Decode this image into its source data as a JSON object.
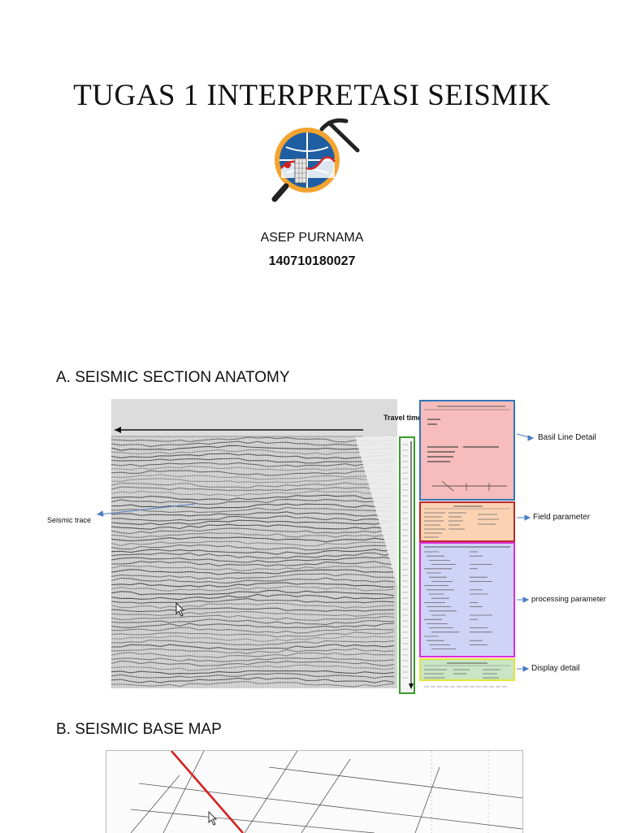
{
  "title": "TUGAS 1 INTERPRETASI SEISMIK",
  "author": {
    "name": "ASEP PURNAMA",
    "student_id": "140710180027"
  },
  "section_a": {
    "heading": "A. SEISMIC SECTION ANATOMY",
    "annotations": {
      "travel_time": "Travel time",
      "seismic_trace": "Seismic trace",
      "basic_line_detail": "Basil Line Detail",
      "field_parameter": "Field parameter",
      "processing_parameter": "processing parameter",
      "display_detail": "Display detail"
    },
    "colors": {
      "basic_border": "#2f76b8",
      "basic_fill": "#f7bcbc",
      "field_border": "#c0262c",
      "field_fill": "#fbd3b2",
      "proc_border": "#e02bd8",
      "proc_fill": "#cfd3f6",
      "display_border": "#e6e33c",
      "display_fill": "#c8e6c4",
      "time_axis_border": "#3c9a2e",
      "annotation_arrow": "#4a7cc4"
    }
  },
  "section_b": {
    "heading": "B. SEISMIC BASE MAP",
    "colors": {
      "highlight_line": "#d42020"
    }
  },
  "icons": [
    "logo-icon",
    "mouse-cursor-icon"
  ]
}
